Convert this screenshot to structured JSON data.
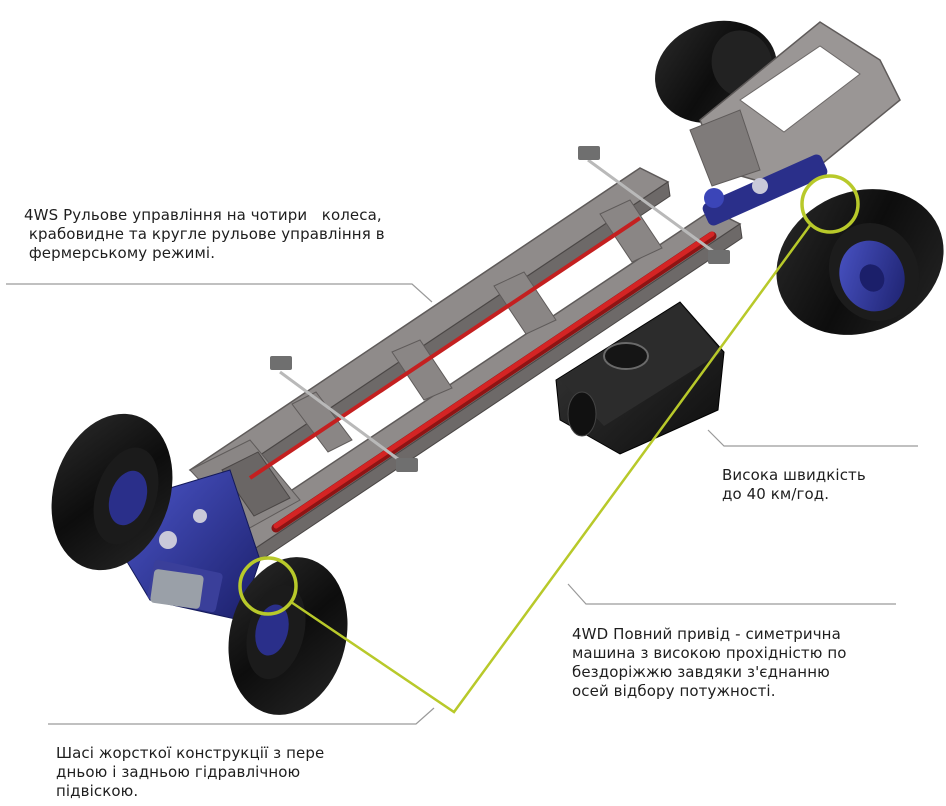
{
  "callouts": {
    "steering": {
      "text": "4WS Рульове управління на чотири   колеса,\n крабовидне та кругле рульове управління в\n фермерському режимі."
    },
    "speed": {
      "text": "Висока швидкість\nдо 40 км/год."
    },
    "drive": {
      "text": "4WD Повний привід - симетрична\nмашина з високою прохідністю по\nбездоріжжю завдяки з'єднанню\nосей відбору потужності."
    },
    "chassis": {
      "text": "Шасі жорсткої конструкції з пере\nдньою і задньою гідравлічною\nпідвіскою."
    }
  },
  "colors": {
    "frame": "#8f8b8a",
    "frame_dark": "#5f5b5a",
    "tire": "#151515",
    "hub": "#2a2f8a",
    "driveshaft": "#cc1e1e",
    "highlight": "#b8c92a",
    "leader": "#9a9a9a",
    "tank": "#1a1a1a"
  }
}
